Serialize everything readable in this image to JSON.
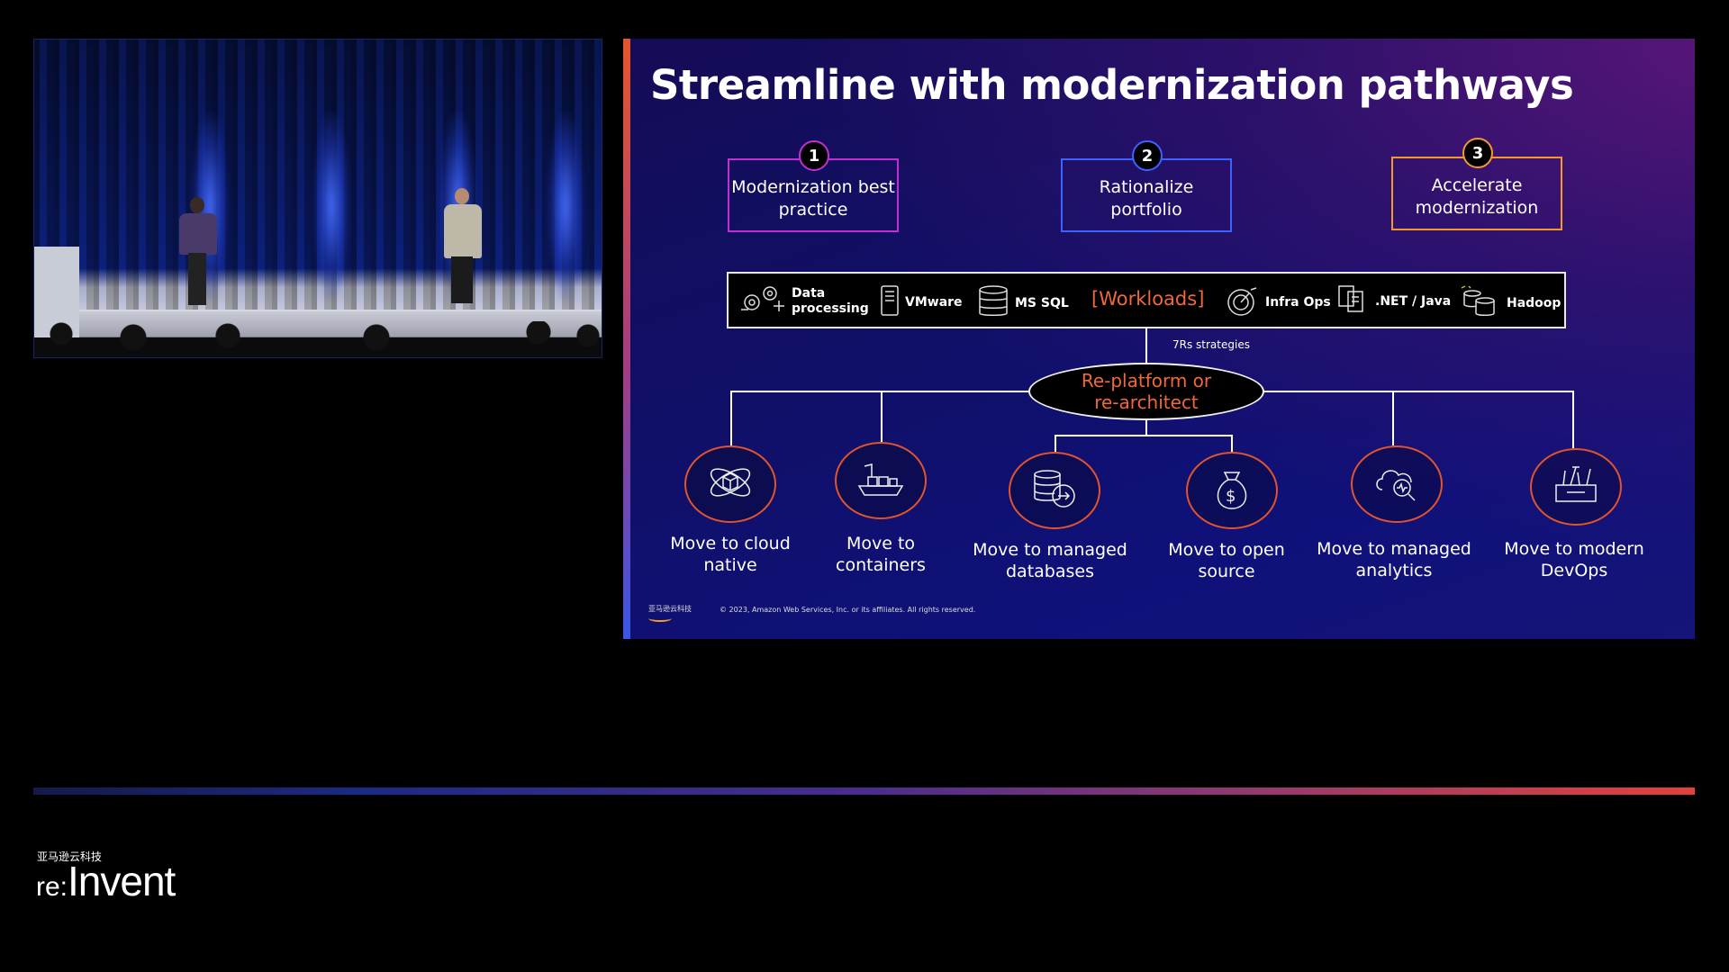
{
  "slide": {
    "title": "Streamline with modernization pathways",
    "pathways": [
      {
        "number": "1",
        "label": "Modernization best practice",
        "color": "#c22fd1"
      },
      {
        "number": "2",
        "label": "Rationalize portfolio",
        "color": "#3c63ff"
      },
      {
        "number": "3",
        "label": "Accelerate modernization",
        "color": "#f39a2b"
      }
    ],
    "workloads": {
      "items": [
        {
          "label": "Data processing",
          "icon": "gears-icon"
        },
        {
          "label": "VMware",
          "icon": "server-icon"
        },
        {
          "label": "MS SQL",
          "icon": "database-icon"
        },
        {
          "label": "Infra Ops",
          "icon": "gauge-icon"
        },
        {
          "label": ".NET / Java",
          "icon": "documents-icon"
        },
        {
          "label": "Hadoop",
          "icon": "databases-icon"
        }
      ],
      "center_label": "[Workloads]"
    },
    "strategy_label": "7Rs strategies",
    "strategy": "Re-platform or re-architect",
    "paths": [
      {
        "label": "Move to cloud native",
        "icon": "atom-cube-icon"
      },
      {
        "label": "Move to containers",
        "icon": "container-ship-icon"
      },
      {
        "label": "Move to managed databases",
        "icon": "database-arrow-icon"
      },
      {
        "label": "Move to open source",
        "icon": "money-bag-icon"
      },
      {
        "label": "Move to managed analytics",
        "icon": "cloud-search-icon"
      },
      {
        "label": "Move to modern DevOps",
        "icon": "toolbox-icon"
      }
    ],
    "logo_text": "亚马逊云科技",
    "copyright": "© 2023, Amazon Web Services, Inc. or its affiliates. All rights reserved.",
    "accent_color": "#e2542c",
    "strategy_color": "#f0683a"
  },
  "branding": {
    "cn_text": "亚马逊云科技",
    "re": "re:",
    "invent": "Invent"
  }
}
